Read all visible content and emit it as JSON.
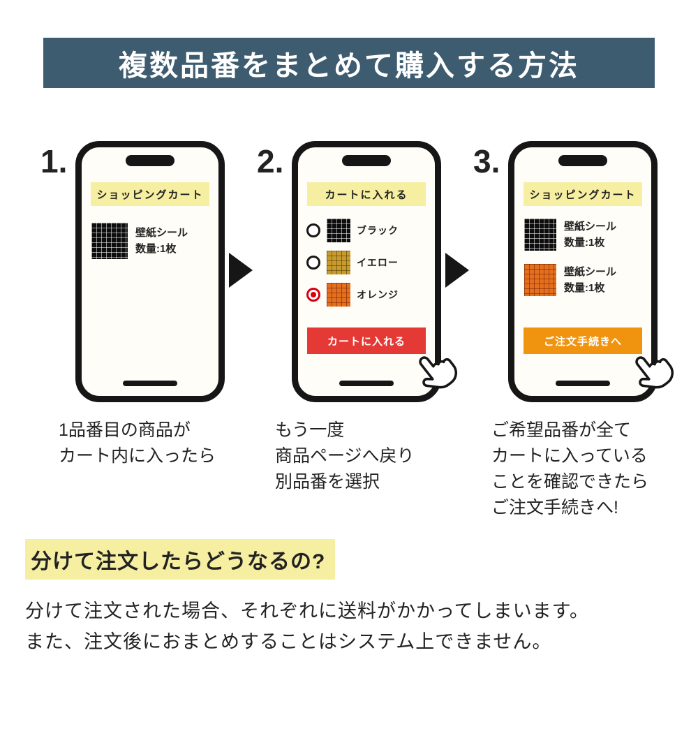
{
  "header": {
    "title": "複数品番をまとめて購入する方法"
  },
  "colors": {
    "header_bg": "#3e5c70",
    "banner_yellow": "#f6efa2",
    "red_button": "#e53935",
    "orange_button": "#f0930f",
    "radio_red": "#d7000f",
    "highlight_yellow": "#f6efa2"
  },
  "steps": [
    {
      "number": "1.",
      "phone": {
        "banner": "ショッピングカート",
        "items": [
          {
            "swatch": "black",
            "name": "壁紙シール",
            "qty": "数量:1枚"
          }
        ]
      },
      "caption": [
        "1品番目の商品が",
        "カート内に入ったら"
      ]
    },
    {
      "number": "2.",
      "phone": {
        "banner": "カートに入れる",
        "options": [
          {
            "label": "ブラック",
            "swatch": "black",
            "selected": false
          },
          {
            "label": "イエロー",
            "swatch": "yellow",
            "selected": false
          },
          {
            "label": "オレンジ",
            "swatch": "orange",
            "selected": true
          }
        ],
        "button": "カートに入れる"
      },
      "caption": [
        "もう一度",
        "商品ページへ戻り",
        "別品番を選択"
      ]
    },
    {
      "number": "3.",
      "phone": {
        "banner": "ショッピングカート",
        "items": [
          {
            "swatch": "black",
            "name": "壁紙シール",
            "qty": "数量:1枚"
          },
          {
            "swatch": "orange",
            "name": "壁紙シール",
            "qty": "数量:1枚"
          }
        ],
        "button": "ご注文手続きへ"
      },
      "caption": [
        "ご希望品番が全て",
        "カートに入っている",
        "ことを確認できたら",
        "ご注文手続きへ!"
      ]
    }
  ],
  "note": {
    "heading": "分けて注文したらどうなるの?",
    "lines": [
      "分けて注文された場合、それぞれに送料がかかってしまいます。",
      "また、注文後におまとめすることはシステム上できません。"
    ]
  }
}
